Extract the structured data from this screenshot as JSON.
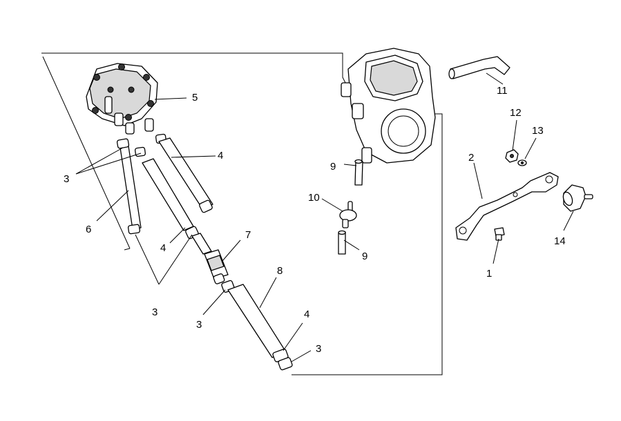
{
  "callouts": {
    "c1": "1",
    "c2": "2",
    "c3a": "3",
    "c3b": "3",
    "c3c": "3",
    "c3d": "3",
    "c4a": "4",
    "c4b": "4",
    "c4c": "4",
    "c5": "5",
    "c6": "6",
    "c7": "7",
    "c8": "8",
    "c9a": "9",
    "c9b": "9",
    "c10": "10",
    "c11": "11",
    "c12": "12",
    "c13": "13",
    "c14": "14"
  }
}
